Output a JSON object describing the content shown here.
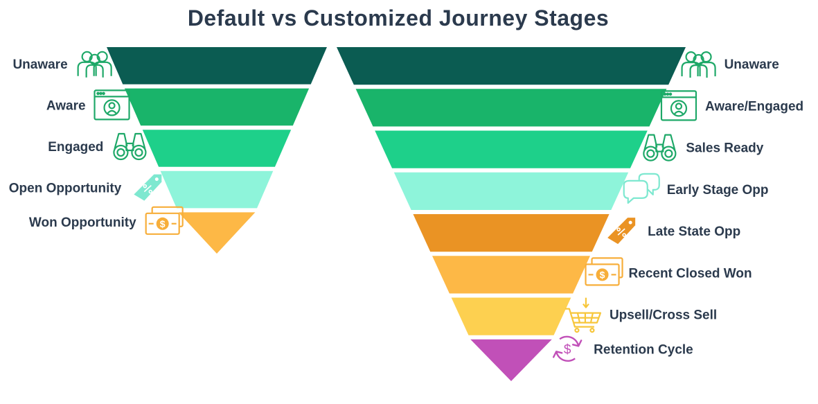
{
  "title": "Default vs Customized Journey Stages",
  "default_stages": [
    {
      "label": "Unaware",
      "color": "#0b5c52",
      "icon": "people-icon",
      "icon_color": "#1ea868"
    },
    {
      "label": "Aware",
      "color": "#19b46a",
      "icon": "browser-user-icon",
      "icon_color": "#1ea868"
    },
    {
      "label": "Engaged",
      "color": "#1ed08a",
      "icon": "binoculars-icon",
      "icon_color": "#1ea868"
    },
    {
      "label": "Open Opportunity",
      "color": "#8ef4da",
      "icon": "price-tag-icon",
      "icon_color": "#7ee8d0"
    },
    {
      "label": "Won Opportunity",
      "color": "#fdb846",
      "icon": "money-icon",
      "icon_color": "#f7ae3a"
    }
  ],
  "custom_stages": [
    {
      "label": "Unaware",
      "color": "#0b5c52",
      "icon": "people-icon",
      "icon_color": "#1ea868"
    },
    {
      "label": "Aware/Engaged",
      "color": "#19b46a",
      "icon": "browser-user-icon",
      "icon_color": "#1ea868"
    },
    {
      "label": "Sales Ready",
      "color": "#1ed08a",
      "icon": "binoculars-icon",
      "icon_color": "#1ea868"
    },
    {
      "label": "Early Stage Opp",
      "color": "#8ef4da",
      "icon": "chat-bubbles-icon",
      "icon_color": "#7ee8d0"
    },
    {
      "label": "Late State Opp",
      "color": "#ea9324",
      "icon": "price-tag-icon",
      "icon_color": "#ea9324"
    },
    {
      "label": "Recent Closed Won",
      "color": "#fdb846",
      "icon": "money-icon",
      "icon_color": "#f7ae3a"
    },
    {
      "label": "Upsell/Cross Sell",
      "color": "#fdd050",
      "icon": "shopping-cart-icon",
      "icon_color": "#f7c63a"
    },
    {
      "label": "Retention Cycle",
      "color": "#c150b8",
      "icon": "dollar-cycle-icon",
      "icon_color": "#c150b8"
    }
  ]
}
